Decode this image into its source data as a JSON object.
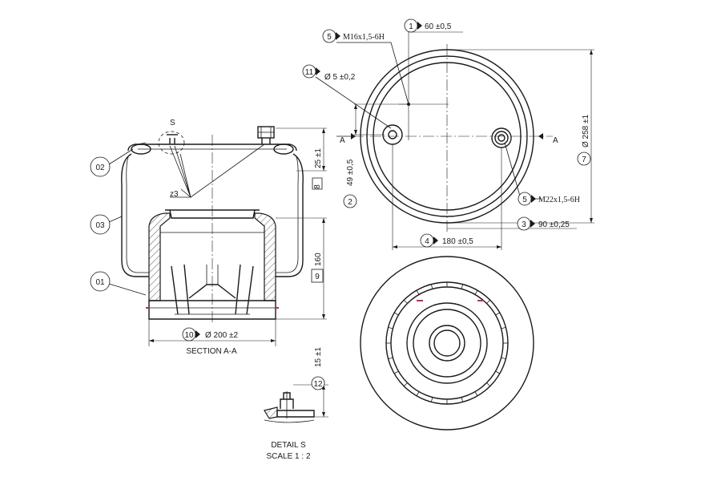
{
  "drawing": {
    "section_title": "SECTION A-A",
    "detail_title": "DETAIL S",
    "detail_scale": "SCALE 1 : 2",
    "section_marker": "A",
    "detail_marker": "S",
    "z_label": "z3"
  },
  "parts": [
    {
      "id": "02"
    },
    {
      "id": "03"
    },
    {
      "id": "01"
    }
  ],
  "callouts": {
    "c1": {
      "num": "1",
      "text": "60 ±0,5"
    },
    "c2": {
      "num": "2",
      "text": "49 ±0,5"
    },
    "c3": {
      "num": "3",
      "text": "90 ±0,25"
    },
    "c4": {
      "num": "4",
      "text": "180 ±0,5"
    },
    "c5a": {
      "num": "5",
      "text": "M16x1,5-6H"
    },
    "c5b": {
      "num": "5",
      "text": "M22x1,5-6H"
    },
    "c7": {
      "num": "7",
      "text": "Ø 258 ±1"
    },
    "c8": {
      "num": "8",
      "text": "25 ±1"
    },
    "c9": {
      "num": "9",
      "text": "160"
    },
    "c10": {
      "num": "10",
      "text": "Ø 200 ±2"
    },
    "c11": {
      "num": "11",
      "text": "Ø 5 ±0,2"
    },
    "c12": {
      "num": "12",
      "text": "15 ±1"
    }
  }
}
